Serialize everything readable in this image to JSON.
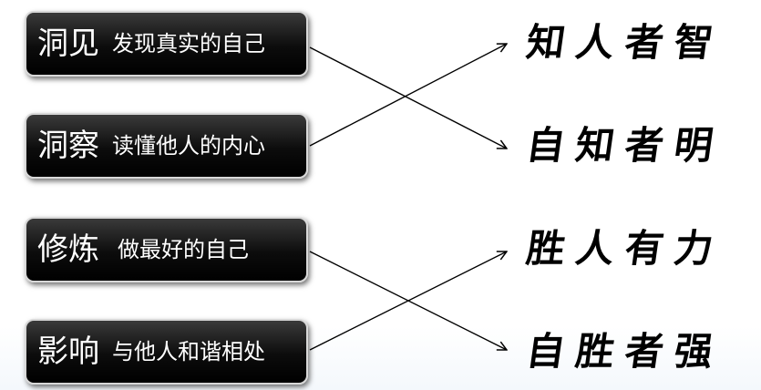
{
  "left_items": [
    {
      "title": "洞见",
      "subtitle": "发现真实的自己"
    },
    {
      "title": "洞察",
      "subtitle": "读懂他人的内心"
    },
    {
      "title": "修炼",
      "subtitle": "做最好的自己"
    },
    {
      "title": "影响",
      "subtitle": "与他人和谐相处"
    }
  ],
  "right_items": [
    {
      "text": "知人者智"
    },
    {
      "text": "自知者明"
    },
    {
      "text": "胜人有力"
    },
    {
      "text": "自胜者强"
    }
  ],
  "colors": {
    "box": "#000000",
    "line": "#000000",
    "background": "#ffffff"
  }
}
